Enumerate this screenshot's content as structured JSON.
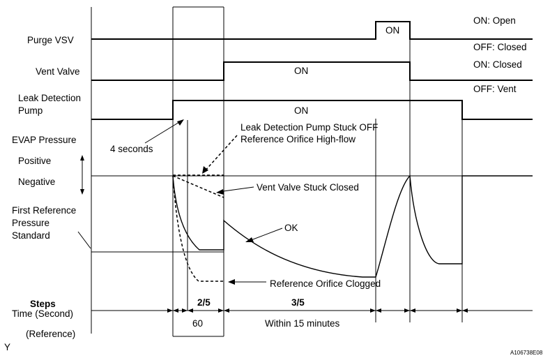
{
  "signals": {
    "purge_vsv": "Purge VSV",
    "vent_valve": "Vent Valve",
    "leak_pump_line1": "Leak Detection",
    "leak_pump_line2": "Pump",
    "evap_pressure": "EVAP Pressure",
    "positive": "Positive",
    "negative": "Negative",
    "first_ref_line1": "First Reference",
    "first_ref_line2": "Pressure",
    "first_ref_line3": "Standard"
  },
  "states": {
    "on": "ON",
    "on_open": "ON: Open",
    "off_closed": "OFF: Closed",
    "on_closed": "ON: Closed",
    "off_vent": "OFF: Vent"
  },
  "annotations": {
    "four_seconds": "4 seconds",
    "pump_stuck_off": "Leak Detection Pump Stuck OFF",
    "orifice_high_flow": "Reference Orifice High-flow",
    "vent_stuck_closed": "Vent Valve Stuck Closed",
    "ok": "OK",
    "orifice_clogged": "Reference Orifice Clogged"
  },
  "timeline": {
    "steps_label": "Steps",
    "time_label": "Time (Second)",
    "reference_label": "(Reference)",
    "step_a": "2/5",
    "step_b": "3/5",
    "time_a": "60",
    "time_b": "Within 15 minutes"
  },
  "footer": {
    "corner_letter": "Y",
    "figure_id": "A106738E08"
  }
}
